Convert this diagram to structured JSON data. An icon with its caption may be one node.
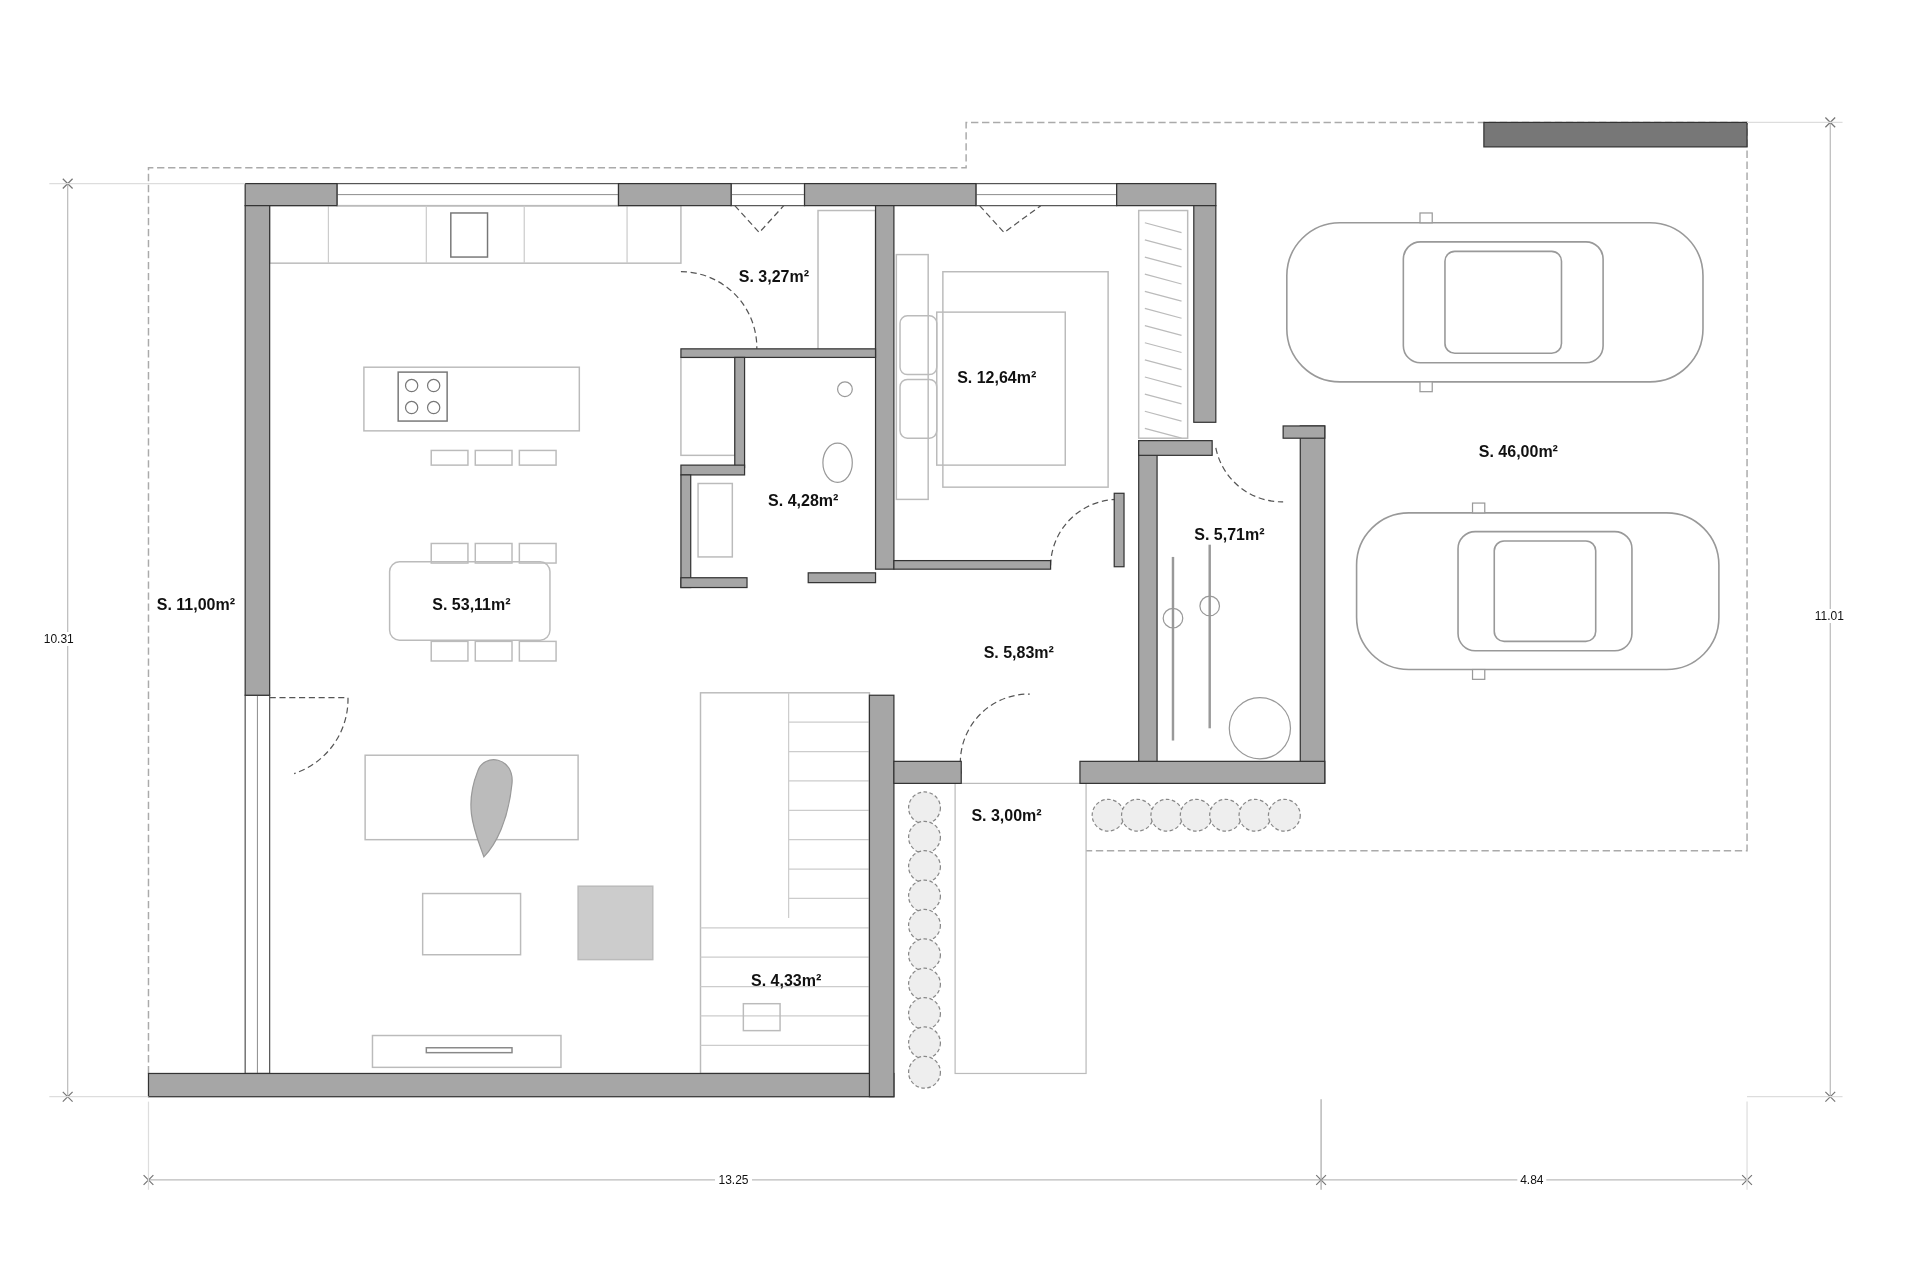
{
  "diagram": {
    "labels": [
      "S. 3,27m²",
      "S. 12,64m²",
      "S. 46,00m²",
      "S. 4,28m²",
      "S. 5,71m²",
      "10.31",
      "S. 11,00m²",
      "S. 53,11m²",
      "11.01",
      "S. 5,83m²",
      "S. 3,00m²",
      "S. 4,33m²",
      "13.25",
      "4.84"
    ]
  }
}
